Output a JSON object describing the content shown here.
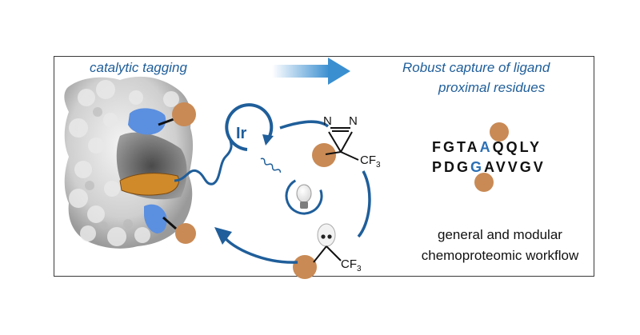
{
  "labels": {
    "left_title": "catalytic tagging",
    "right_title_line1": "Robust capture of ligand",
    "right_title_line2": "proximal residues",
    "catalyst": "Ir",
    "diazirine_n1": "N",
    "diazirine_n2": "N",
    "cf3_top": "CF",
    "cf3_top_sub": "3",
    "cf3_bottom": "CF",
    "cf3_bottom_sub": "3",
    "workflow_line1": "general and modular",
    "workflow_line2": "chemoproteomic workflow"
  },
  "sequences": [
    {
      "before": "FGTA",
      "highlight": "A",
      "after": "QQLY"
    },
    {
      "before": "PDG",
      "highlight": "G",
      "after": "AVVGV"
    }
  ],
  "colors": {
    "frame": "#3a3a3a",
    "accent_blue": "#1f5e9a",
    "tag_bead": "#c98a55",
    "ligand_orange": "#d08a2a",
    "residue_blue": "#5b8fe0",
    "arrow_gradient_end": "#3a8fd0"
  },
  "icons": [
    "protein-surface",
    "light-bulb-icon",
    "carbene-dots",
    "gradient-arrow-icon",
    "cycle-arrow-icon"
  ]
}
